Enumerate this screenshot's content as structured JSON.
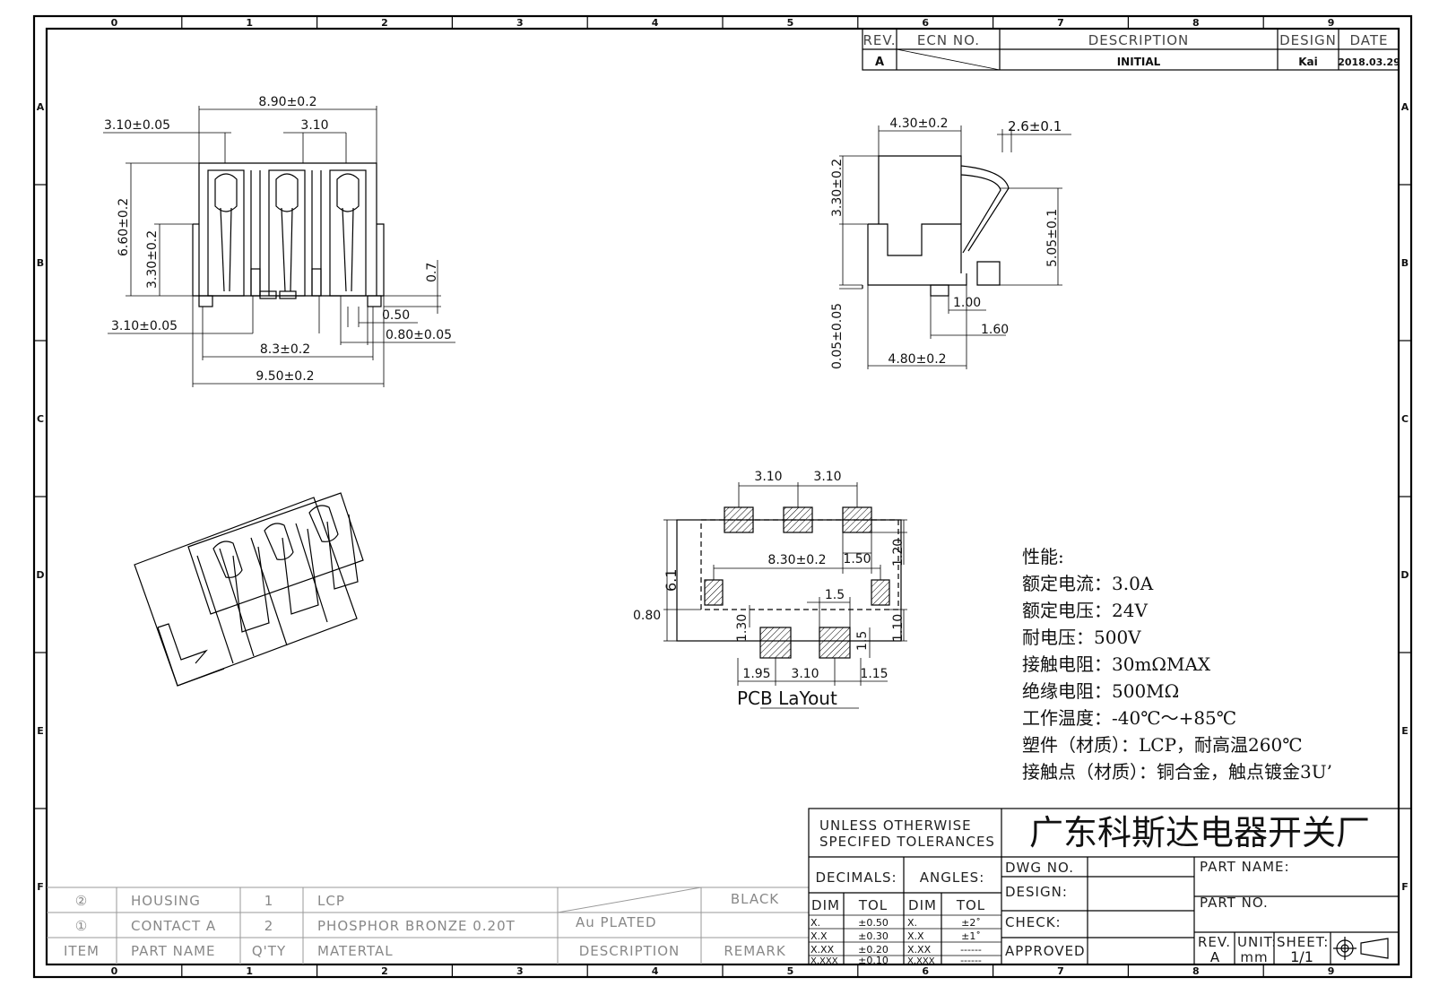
{
  "border": {
    "col_labels": [
      "0",
      "1",
      "2",
      "3",
      "4",
      "5",
      "6",
      "7",
      "8",
      "9"
    ],
    "row_labels": [
      "A",
      "B",
      "C",
      "D",
      "E",
      "F"
    ]
  },
  "revision": {
    "headers": {
      "rev": "REV.",
      "ecn": "ECN  NO.",
      "description": "DESCRIPTION",
      "design": "DESIGN",
      "date": "DATE"
    },
    "row": {
      "rev": "A",
      "description": "INITIAL",
      "design": "Kai",
      "date": "2018.03.29"
    }
  },
  "front_view": {
    "dims": {
      "overall_top": "8.90±0.2",
      "left_width": "3.10±0.05",
      "pitch_top": "3.10",
      "height": "6.60±0.2",
      "height_lower": "3.30±0.2",
      "right_07": "0.7",
      "pad_050": "0.50",
      "pad_080": "0.80±0.05",
      "left_bottom": "3.10±0.05",
      "bottom_83": "8.3±0.2",
      "bottom_950": "9.50±0.2"
    }
  },
  "side_view": {
    "dims": {
      "width_top": "4.30±0.2",
      "right_top": "2.6±0.1",
      "height_left": "3.30±0.2",
      "height_right": "5.05±0.1",
      "thickness": "0.05±0.05",
      "d100": "1.00",
      "d160": "1.60",
      "width_bottom": "4.80±0.2"
    }
  },
  "pcb_layout": {
    "title": "PCB LaYout",
    "dims": {
      "top_a": "3.10",
      "top_b": "3.10",
      "span": "8.30±0.2",
      "pad_w": "1.50",
      "right_120": "1.20",
      "left_61": "6.1",
      "left_080": "0.80",
      "v130": "1.30",
      "h15": "1.5",
      "v15": "1.5",
      "right_110": "1.10",
      "b195": "1.95",
      "b310": "3.10",
      "b115": "1.15"
    }
  },
  "specs": {
    "heading": "性能:",
    "lines": [
      "额定电流：3.0A",
      "额定电压：24V",
      "耐电压：500V",
      "接触电阻：30mΩMAX",
      "绝缘电阻：500MΩ",
      "工作温度：-40℃～+85℃",
      "塑件（材质）：LCP，耐高温260℃",
      "接触点（材质）：铜合金，触点镀金3U’"
    ]
  },
  "bom": {
    "headers": {
      "item": "ITEM",
      "part_name": "PART NAME",
      "qty": "Q'TY",
      "material": "MATERTAL",
      "description": "DESCRIPTION",
      "remark": "REMARK"
    },
    "rows": [
      {
        "item": "②",
        "part_name": "HOUSING",
        "qty": "1",
        "material": "LCP",
        "description": "",
        "remark": "BLACK"
      },
      {
        "item": "①",
        "part_name": "CONTACT  A",
        "qty": "2",
        "material": "PHOSPHOR  BRONZE  0.20T",
        "description": "Au  PLATED",
        "remark": ""
      }
    ]
  },
  "title_block": {
    "tol_line1": "UNLESS  OTHERWISE",
    "tol_line2": "SPECIFED  TOLERANCES",
    "decimals": "DECIMALS:",
    "angles": "ANGLES:",
    "dim": "DIM",
    "tol": "TOL",
    "dec_rows": [
      {
        "dim": "X.",
        "tol": "±0.50"
      },
      {
        "dim": "X.X",
        "tol": "±0.30"
      },
      {
        "dim": "X.XX",
        "tol": "±0.20"
      },
      {
        "dim": "X.XXX",
        "tol": "±0.10"
      }
    ],
    "ang_rows": [
      {
        "dim": "X.",
        "tol": "±2˚"
      },
      {
        "dim": "X.X",
        "tol": "±1˚"
      },
      {
        "dim": "X.XX",
        "tol": "------"
      },
      {
        "dim": "X.XXX",
        "tol": "------"
      }
    ],
    "company": "广东科斯达电器开关厂",
    "dwg_no": "DWG  NO.",
    "design": "DESIGN:",
    "check": "CHECK:",
    "approved": "APPROVED",
    "part_name": "PART  NAME:",
    "part_no": "PART  NO.",
    "rev_label": "REV.",
    "rev_value": "A",
    "unit_label": "UNIT:",
    "unit_value": "mm",
    "sheet_label": "SHEET:",
    "sheet_value": "1/1"
  }
}
